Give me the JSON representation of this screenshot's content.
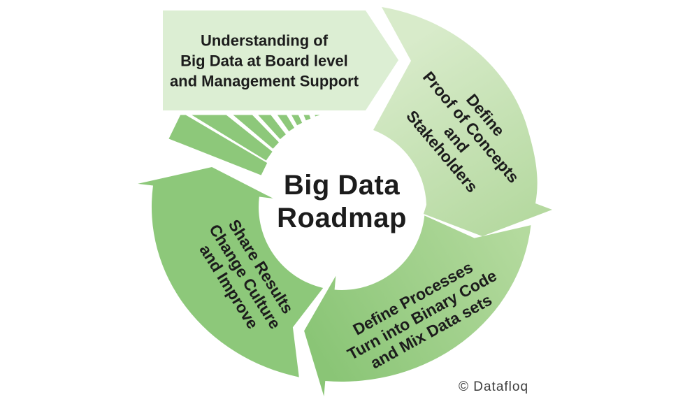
{
  "title": {
    "lines": [
      "Big Data",
      "Roadmap"
    ]
  },
  "banner": {
    "lines": [
      "Understanding of",
      "Big Data at Board level",
      "and Management Support"
    ]
  },
  "segments": [
    {
      "name": "define-proof-of-concepts",
      "lines": [
        "Define",
        "Proof of Concepts",
        "and",
        "Stakeholders"
      ]
    },
    {
      "name": "define-processes",
      "lines": [
        "Define Processes",
        "Turn into Binary Code",
        "and Mix Data sets"
      ]
    },
    {
      "name": "share-results",
      "lines": [
        "Share Results",
        "Change Culture",
        "and Improve"
      ]
    }
  ],
  "watermark": "© Datafloq",
  "colors": {
    "background": "#ffffff",
    "banner_fill": "#dceed3",
    "right_gradient_start": "#d8ebca",
    "right_gradient_end": "#b5d9a0",
    "bottom_gradient_start": "#b4da9e",
    "bottom_gradient_end": "#8ac576",
    "left_fill": "#8dc87a",
    "stripe_fill": "#8dc87a",
    "text": "#1c1c1c",
    "watermark_text": "#3c3c3c"
  }
}
